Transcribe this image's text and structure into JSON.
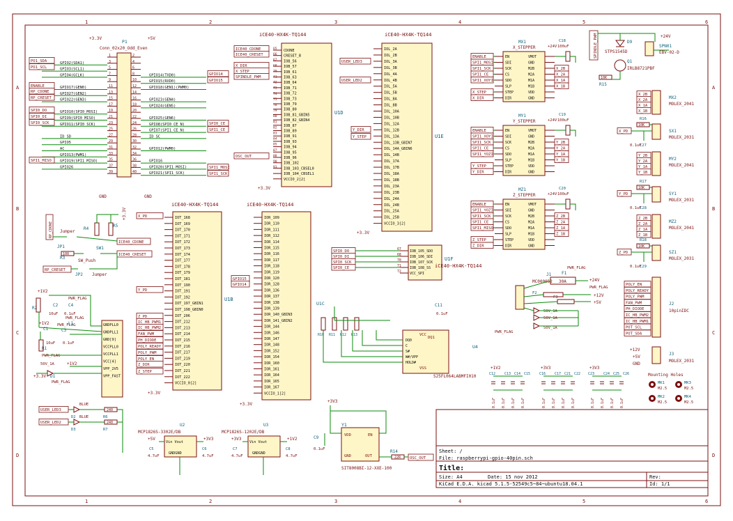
{
  "border": {
    "columns": [
      "1",
      "2",
      "3",
      "4",
      "5",
      "6"
    ],
    "rows": [
      "A",
      "B",
      "C",
      "D"
    ]
  },
  "title_block": {
    "sheet": "Sheet: /",
    "file": "File: raspberrypi-gpio-40pin.sch",
    "title_label": "Title:",
    "size": "Size: A4",
    "date": "Date: 15 nov 2012",
    "rev": "Rev:",
    "tool": "KiCad E.D.A.  kicad 5.1.5-52549c5~84~ubuntu18.04.1",
    "id": "Id: 1/1"
  },
  "p1": {
    "ref": "P1",
    "value": "Conn_02x20_Odd_Even",
    "power_left": "+3.3V",
    "power_right": "+5V",
    "gnd_left": "GND",
    "gnd_right": "GND",
    "left_nets": [
      "GPIO2(SDA1)",
      "GPIO3(SCL1)",
      "GPIO4(GCLK)",
      "",
      "GPIO17(GEN0)",
      "GPIO27(GEN2)",
      "GPIO22(GEN3)",
      "",
      "GPIO10(SPI0_MOSI)",
      "GPIO9(SPI0_MISO)",
      "GPIO11(SPI0_SCK)",
      "",
      "ID_SD",
      "GPIO5",
      "AC",
      "GPIO13(PWM1)",
      "GPIO19(SPI1_MISO)",
      "GPIO26",
      ""
    ],
    "right_nets": [
      "",
      "",
      "GPIO14(TXD0)",
      "GPIO15(RXD0)",
      "GPIO18(GEN1)(PWM0)",
      "",
      "GPIO23(GEN4)",
      "GPIO24(GEN5)",
      "",
      "GPIO25(GEN6)",
      "GPIO8(SPI0_CE_N)",
      "GPIO7(SPI1_CE_N)",
      "ID_SC",
      "",
      "GPIO12(PWM0)",
      "",
      "GPIO16",
      "GPIO20(SPI1_MOSI)",
      "GPIO21(SPI1_SCK)"
    ],
    "left_pins": [
      "1",
      "3",
      "5",
      "7",
      "9",
      "11",
      "13",
      "15",
      "17",
      "19",
      "21",
      "23",
      "25",
      "27",
      "29",
      "31",
      "33",
      "35",
      "37",
      "39"
    ],
    "right_pins": [
      "2",
      "4",
      "6",
      "8",
      "10",
      "12",
      "14",
      "16",
      "18",
      "20",
      "22",
      "24",
      "26",
      "28",
      "30",
      "32",
      "34",
      "36",
      "38",
      "40"
    ],
    "left_labels": [
      "PO1_SDA",
      "PO1_SCL",
      "ENABLE",
      "RP_CDONE",
      "RP_CRESET",
      "SPI0_DO",
      "SPI0_DI",
      "SPI0_SCK",
      "SPI1_MISO"
    ],
    "right_labels": [
      "GPIO14",
      "GPIO15",
      "SPI0_CE",
      "SPI1_CE",
      "SPI1_MOSI",
      "SPI1_SCK"
    ]
  },
  "u1d": {
    "title": "iCE40-HX4K-TQ144",
    "ref": "U1D",
    "pins_left": [
      "65",
      "66",
      "67",
      "68",
      "70",
      "71",
      "72",
      "73",
      "74",
      "75",
      "78",
      "79",
      "80",
      "81",
      "82",
      "83",
      "84",
      "85",
      "87",
      "88",
      "90",
      "91",
      "94",
      "95",
      "96",
      "97",
      "98",
      "99",
      "101",
      "102",
      "104",
      "105",
      "106",
      "107",
      "45",
      "46"
    ],
    "pin_names": [
      "CDONE",
      "CRESET_B",
      "IOB_56",
      "IOB_57",
      "IOB_61",
      "IOB_63",
      "IOB_64",
      "IOB_71",
      "IOB_72",
      "IOB_73",
      "IOB_79",
      "IOB_80",
      "IOB_81_GBIN5",
      "IOB_82_GBIN4",
      "IOB_87",
      "IOB_89",
      "IOB_91",
      "IOB_93",
      "IOB_94",
      "IOB_95",
      "IOB_96",
      "IOB_102",
      "IOB_103_CBSEL0",
      "IOB_104_CBSEL1",
      "VCCIO_2[2]"
    ],
    "labels": [
      "ICE40_CDONE",
      "ICE40_CRESET",
      "X_DIR",
      "X_STEP",
      "SPINDLE_PWM",
      "OSC_OUT"
    ],
    "power": "+3.3V"
  },
  "u1e": {
    "title": "iCE40-HX4K-TQ144",
    "ref": "U1E",
    "pin_names": [
      "IOL_2A",
      "IOL_2B",
      "IOL_3A",
      "IOL_3B",
      "IOL_4A",
      "IOL_4B",
      "IOL_5A",
      "IOL_5B",
      "IOL_8A",
      "IOL_8B",
      "IOL_10A",
      "IOL_10B",
      "IOL_12A",
      "IOL_12B",
      "IOL_13A",
      "IOL_13B_GBIN7",
      "IOL_14A_GBIN6",
      "IOL_14B",
      "IOL_17A",
      "IOL_17B",
      "IOL_18A",
      "IOL_18B",
      "IOL_23A",
      "IOL_23B",
      "IOL_24A",
      "IOL_24B",
      "IOL_25A",
      "IOL_25B",
      "VCCIO_3[2]"
    ],
    "labels": [
      "USER_LED3",
      "USER_LED2",
      "Y_DIR",
      "Y_STEP"
    ],
    "power": "+3.3V"
  },
  "u1b_left": {
    "title": "iCE40-HX4K-TQ144",
    "ref": "U1B",
    "pin_names": [
      "IOT_168",
      "IOT_169",
      "IOT_170",
      "IOT_171",
      "IOT_172",
      "IOT_173",
      "IOT_174",
      "IOT_177",
      "IOT_178",
      "IOT_179",
      "IOT_181",
      "IOT_190",
      "IOT_191",
      "IOT_192",
      "IOT_197_GBIN1",
      "IOT_198_GBIN0",
      "IOT_206",
      "IOT_212",
      "IOT_213",
      "IOT_214",
      "IOT_215",
      "IOT_216",
      "IOT_217",
      "IOT_219",
      "IOT_220",
      "IOT_221",
      "IOT_222",
      "VCCIO_0[2]"
    ],
    "labels": [
      "X_PD",
      "Y_PD",
      "Z_PD",
      "IC_HB_PWM1",
      "IC_HB_PWM2",
      "FAN_PWM",
      "PH_DIODE",
      "POLY_READY",
      "POLY_PWM",
      "POLY_EN",
      "Z_DIR",
      "Z_STEP"
    ],
    "power": "+3.3V"
  },
  "u1b_right": {
    "title": "iCE40-HX4K-TQ144",
    "pin_names": [
      "IOR_109",
      "IOR_110",
      "IOR_111",
      "IOR_112",
      "IOR_114",
      "IOR_115",
      "IOR_116",
      "IOR_117",
      "IOR_118",
      "IOR_119",
      "IOR_120",
      "IOR_128",
      "IOR_136",
      "IOR_137",
      "IOR_138",
      "IOR_139",
      "IOR_140_GBIN3",
      "IOR_141_GBIN2",
      "IOR_144",
      "IOR_146",
      "IOR_147",
      "IOR_148",
      "IOR_152",
      "IOR_154",
      "IOR_160",
      "IOR_161",
      "IOR_164",
      "IOR_165",
      "IOR_167",
      "VCCIO_1[2]"
    ],
    "labels": [
      "GPIO15",
      "GPIO14"
    ],
    "power": "+3.3V"
  },
  "u1f": {
    "title": "iCE40-HX4K-TQ144",
    "ref": "U1F",
    "pins": [
      "67",
      "68",
      "70",
      "71",
      "72"
    ],
    "pin_names": [
      "IOB_105_SDO",
      "IOB_106_SDI",
      "IOB_107_SCK",
      "IOB_108_SS",
      "VCC_SPI"
    ],
    "labels": [
      "SPI0_DO",
      "SPI0_DI",
      "SPI0_SCK",
      "SPI0_CE"
    ]
  },
  "steppers": [
    {
      "ref": "MX1",
      "value": "X_STEPPER",
      "cap_ref": "C18",
      "cap_value": "100uF",
      "power": "+24V",
      "pins_left": [
        "EN",
        "SDI",
        "SCK",
        "CS",
        "SDO",
        "SLP",
        "STEP",
        "DIR"
      ],
      "pins_right": [
        "VMOT",
        "GND",
        "M2B",
        "M2A",
        "M1A",
        "M1B",
        "VDD",
        "GND"
      ],
      "labels_left": [
        "ENABLE",
        "SPI1_MOSI",
        "SPI1_SCK",
        "SPI1_CE",
        "SPI1_XOYI",
        "X_STEP",
        "X_DIR"
      ],
      "labels_right": [
        "X_2B",
        "X_2A",
        "X_1A",
        "X_1B"
      ]
    },
    {
      "ref": "MY1",
      "value": "Y_STEPPER",
      "cap_ref": "C19",
      "cap_value": "100uF",
      "power": "+24V",
      "pins_left": [
        "EN",
        "SDI",
        "SCK",
        "CS",
        "SDO",
        "SLP",
        "STEP",
        "DIR"
      ],
      "pins_right": [
        "VMOT",
        "GND",
        "M2B",
        "M2A",
        "M1A",
        "M1B",
        "VDD",
        "GND"
      ],
      "labels_left": [
        "ENABLE",
        "SPI1_XOYI",
        "SPI1_SCK",
        "SPI1_CE",
        "SPI1_YOZI",
        "Y_STEP",
        "Y_DIR"
      ],
      "labels_right": [
        "Y_2B",
        "Y_2A",
        "Y_1A",
        "Y_1B"
      ]
    },
    {
      "ref": "MZ1",
      "value": "Z_STEPPER",
      "cap_ref": "C20",
      "cap_value": "100uF",
      "power": "+24V",
      "pins_left": [
        "EN",
        "SDI",
        "SCK",
        "CS",
        "SDO",
        "SLP",
        "STEP",
        "DIR"
      ],
      "pins_right": [
        "VMOT",
        "GND",
        "M2B",
        "M2A",
        "M1A",
        "M1B",
        "VDD",
        "GND"
      ],
      "labels_left": [
        "ENABLE",
        "SPI1_YOZI",
        "SPI1_SCK",
        "SPI1_CE",
        "SPI1_MISO",
        "Z_STEP",
        "Z_DIR"
      ],
      "labels_right": [
        "Z_2B",
        "Z_2A",
        "Z_1A",
        "Z_1B"
      ]
    }
  ],
  "spindle": {
    "label": "SPINDLE_PWM",
    "d9": "D9",
    "d9_value": "STPS1545D",
    "q1": "Q1",
    "q1_value": "IRLB8721PBF",
    "r15": "R15",
    "r15_value": "10K",
    "spn": "SPN01",
    "spn_value": "EBV-02-D",
    "power": "+24V"
  },
  "connectors": [
    {
      "ref": "MX2",
      "value": "MOLEX_2041",
      "labels": [
        "X_2B",
        "X_2A",
        "X_1A",
        "X_1B"
      ]
    },
    {
      "ref": "SX1",
      "value": "MOLEX_2031",
      "r": "R16",
      "r_value": "10K",
      "c": "C27",
      "c_value": "0.1uF",
      "label": "X_PD"
    },
    {
      "ref": "MY2",
      "value": "MOLEX_2041",
      "labels": [
        "Y_2B",
        "Y_2A",
        "Y_1A",
        "Y_1B"
      ]
    },
    {
      "ref": "SY1",
      "value": "MOLEX_2031",
      "r": "R17",
      "r_value": "10K",
      "c": "C28",
      "c_value": "0.1uF",
      "label": "Y_PD"
    },
    {
      "ref": "MZ2",
      "value": "MOLEX_2041",
      "labels": [
        "Z_2B",
        "Z_2A",
        "Z_1A",
        "Z_1B"
      ]
    },
    {
      "ref": "SZ1",
      "value": "MOLEX_2031",
      "r": "R18",
      "r_value": "10K",
      "c": "C29",
      "c_value": "0.1uF",
      "label": "Z_PD"
    }
  ],
  "j2": {
    "ref": "J2",
    "value": "10pinIDC",
    "labels": [
      "POLY_EN",
      "POLY_READY",
      "POLY_PWM",
      "FAN_PWM",
      "PH_DIODE",
      "IC_HB_PWM2",
      "IC_HB_PWM1",
      "POT_SCL",
      "POT_SDA"
    ]
  },
  "j3": {
    "ref": "J3",
    "value": "MOLEX_2031",
    "nets": [
      "+12V",
      "+5V",
      "GND"
    ]
  },
  "power_in": {
    "j1": "J1",
    "j1_value": "MC000052",
    "f1": "F1",
    "f1_value": "30A",
    "d_values": [
      "50V_1A",
      "50V_1A",
      "50V_1A"
    ],
    "nets": [
      "+24V",
      "+12V",
      "+5V"
    ],
    "flag": "PWR_FLAG",
    "fuses": [
      "F2",
      "F3"
    ]
  },
  "u4": {
    "ref": "U4",
    "value": "S25FL064LABMFI010",
    "pins_left": [
      "DQ0",
      "C",
      "S#",
      "W#/VPP",
      "HOLD#"
    ],
    "pins_right": [
      "DQ1"
    ],
    "pin_top": "VCC",
    "pin_bottom": "VSS",
    "cap": "C11",
    "cap_value": "0.1uF",
    "resistors": [
      "R10",
      "R11",
      "R12",
      "R13"
    ],
    "u1c": "U1C"
  },
  "y1": {
    "ref": "Y1",
    "value": "SIT8008BI-12-XXE-100",
    "pins": [
      "VDD",
      "EN",
      "GND",
      "OUT"
    ],
    "r": "R14",
    "r_value": "22R",
    "label": "OSC_OUT",
    "cap": "C9",
    "cap_value": "0.1uF",
    "power": "+3V3"
  },
  "regulators": [
    {
      "ref": "U2",
      "value": "MCP1826S-3302E/DB",
      "in": "+5V",
      "out": "+3V3",
      "caps": [
        "C5",
        "C6"
      ],
      "cap_value": "4.7uF"
    },
    {
      "ref": "U3",
      "value": "MCP1826S-1202E/DB",
      "in": "+3V3",
      "out": "+1V2",
      "caps": [
        "C7",
        "C8"
      ],
      "cap_value": "4.7uF"
    }
  ],
  "leds": [
    {
      "ref": "D2",
      "color": "BLUE",
      "r": "R6",
      "r_value": "240",
      "label": "USER_LED3"
    },
    {
      "ref": "D3",
      "color": "BLUE",
      "r": "R7",
      "r_value": "240",
      "label": "USER_LED2"
    }
  ],
  "decoupling": [
    {
      "power": "+1V2",
      "caps": [
        "C12",
        "C13",
        "C14",
        "C15"
      ],
      "value": "0.1uF"
    },
    {
      "power": "+3V3",
      "caps": [
        "C16",
        "C17",
        "C21",
        "C22"
      ],
      "value": "0.1uF"
    },
    {
      "power": "+3V3",
      "caps": [
        "C23",
        "C24",
        "C25",
        "C26"
      ],
      "value": "0.1uF"
    }
  ],
  "mounting": {
    "title": "Mounting Holes",
    "holes": [
      "MK1",
      "MK2",
      "MK3",
      "MK4"
    ],
    "value": "M2.5"
  },
  "config": {
    "r4": "R4",
    "r5": "R5",
    "r3": "R3",
    "r3_value": "100",
    "jp1": "JP1",
    "jp2": "JP2",
    "sw": "SW1",
    "sw_value": "SW_Push",
    "jumper": "Jumper",
    "labels": [
      "ICE40_CDONE",
      "ICE40_CRESET",
      "RP_CDONE",
      "RP_CRESET"
    ],
    "power": "+3.3V"
  },
  "pll": {
    "ref": "U1A",
    "pins": [
      "GNDPLL0",
      "GNDPLL1",
      "GND[9]",
      "VCCPLL0",
      "VCCPLL1",
      "VCC[4]",
      "VPP_2V5",
      "VPP_FAST"
    ],
    "labels": [
      "+1V2",
      "+3.3V",
      "PWR_FLAG",
      "50V_1A",
      "D1",
      "L1",
      "C1",
      "C2",
      "C3",
      "C4",
      "R1",
      "R2",
      "10uF",
      "0.1uF"
    ]
  },
  "colors": {
    "frame": "#7a0f0f",
    "wire": "#0a8a0a",
    "body": "#fff6c8",
    "ref": "#0b5e7a"
  }
}
